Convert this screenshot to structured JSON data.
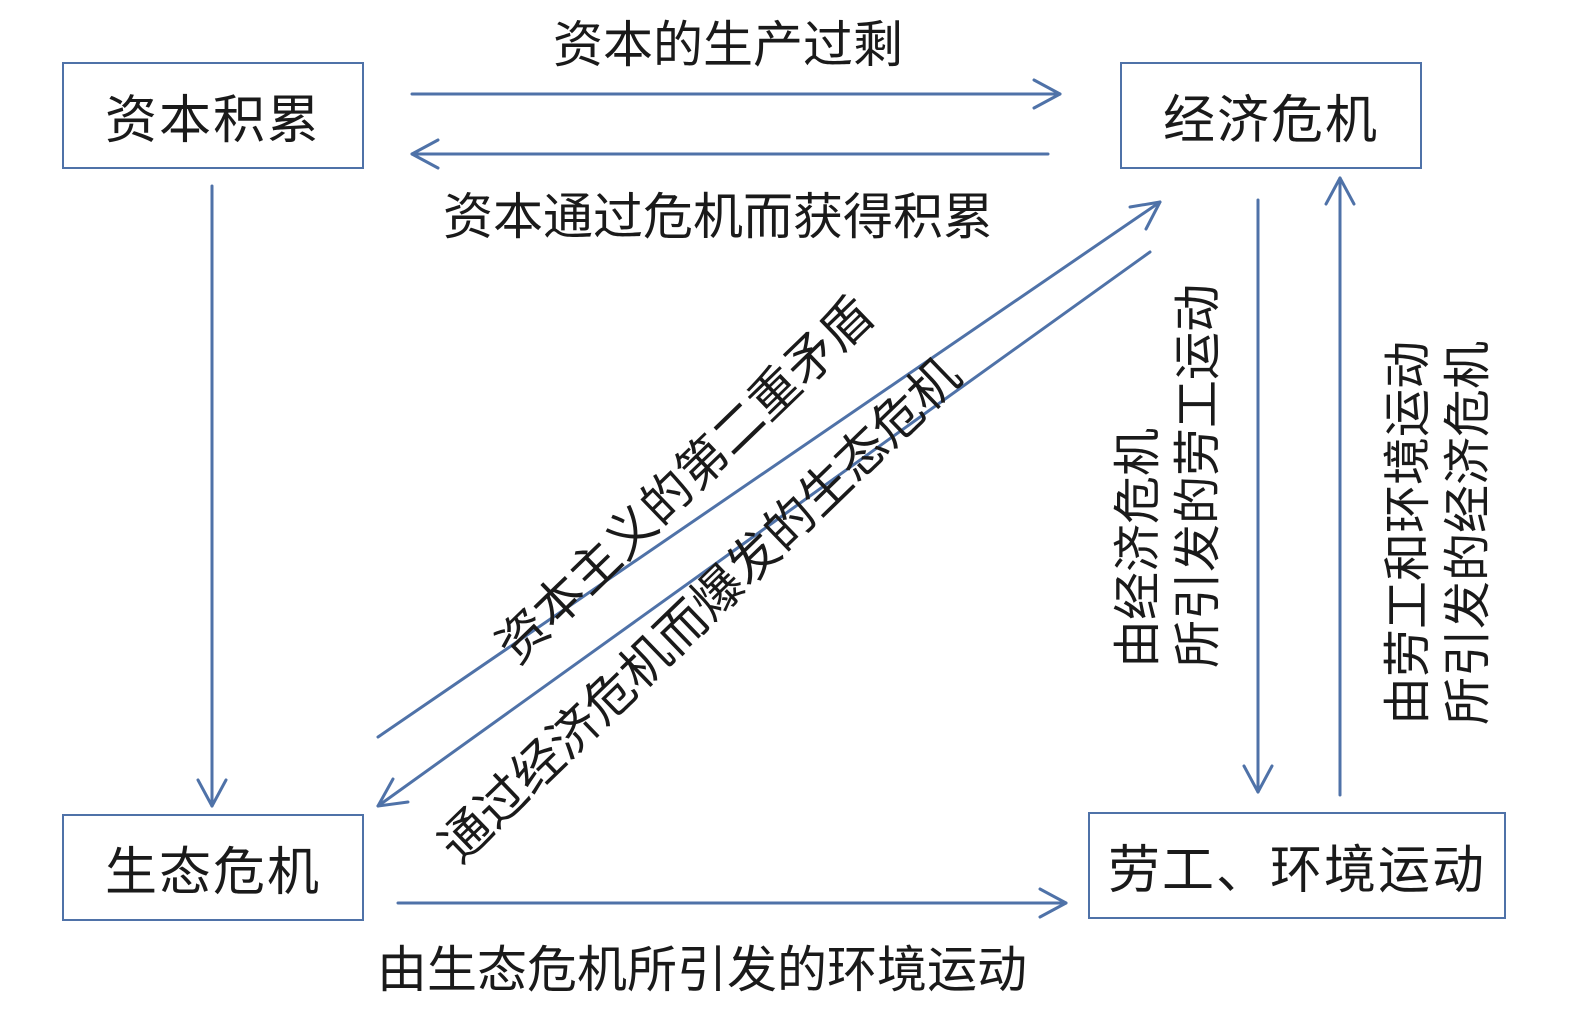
{
  "nodes": {
    "capital_accumulation": "资本积累",
    "economic_crisis": "经济危机",
    "ecological_crisis": "生态危机",
    "labor_environmental_movement": "劳工、环境运动"
  },
  "edges": {
    "overproduction": "资本的生产过剩",
    "accumulation_through_crisis": "资本通过危机而获得积累",
    "second_contradiction": "资本主义的第二重矛盾",
    "ecological_crisis_through_economic": "通过经济危机而爆发的生态危机",
    "labor_movement_from_economic": [
      "由经济危机",
      "所引发的劳工运动"
    ],
    "economic_crisis_from_movements": [
      "由劳工和环境运动",
      "所引发的经济危机"
    ],
    "environmental_movement_from_ecological": "由生态危机所引发的环境运动"
  },
  "colors": {
    "arrow": "#4f72a8",
    "box_border": "#4f72a8",
    "text": "#1a1a1a"
  }
}
